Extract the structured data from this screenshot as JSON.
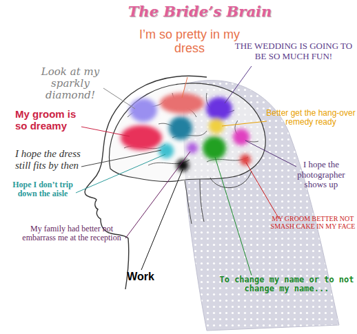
{
  "diagram": {
    "title": "The Bride’s Brain",
    "labels": [
      "Look at my sparkly diamond!",
      "I’m so pretty in my dress",
      "THE WEDDING IS GOING TO BE SO MUCH FUN!",
      "My groom is so dreamy",
      "Better get the hang-over remedy ready",
      "I hope the dress still fits by then",
      "I hope the photographer shows up",
      "Hope I don’t trip down the aisle",
      "MY GROOM BETTER NOT SMASH CAKE IN MY FACE",
      "My family had better not embarrass me at the reception",
      "Work",
      "To change my name or to not change my name..."
    ]
  }
}
